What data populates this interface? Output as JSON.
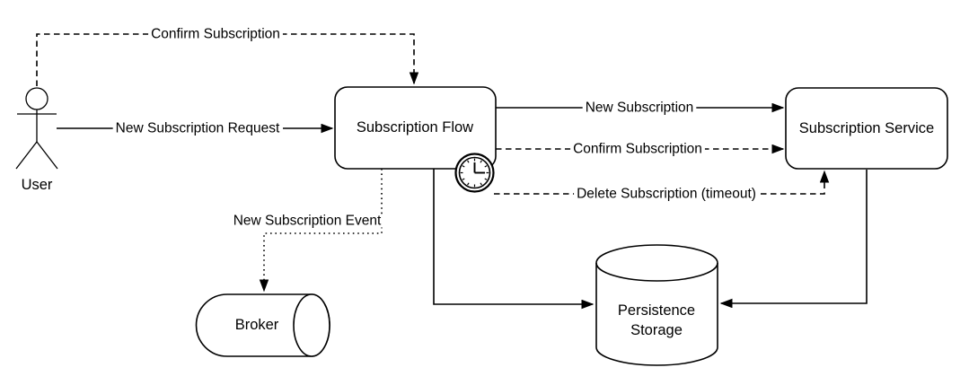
{
  "diagram": {
    "background_color": "#ffffff",
    "stroke_color": "#000000",
    "text_color": "#000000",
    "nodes": {
      "user": {
        "label": "User",
        "type": "actor"
      },
      "subscription_flow": {
        "label": "Subscription Flow",
        "type": "rounded-rectangle"
      },
      "subscription_service": {
        "label": "Subscription Service",
        "type": "rounded-rectangle"
      },
      "broker": {
        "label": "Broker",
        "type": "horizontal-cylinder"
      },
      "persistence_storage": {
        "label": "Persistence Storage",
        "lines": [
          "Persistence",
          "Storage"
        ],
        "type": "cylinder"
      }
    },
    "icons": {
      "timer": {
        "name": "clock-icon",
        "attached_to": "Subscription Flow"
      }
    },
    "edges": {
      "confirm_subscription_top": {
        "label": "Confirm Subscription",
        "from": "User",
        "to": "Subscription Flow",
        "style": "dashed"
      },
      "new_subscription_request": {
        "label": "New Subscription Request",
        "from": "User",
        "to": "Subscription Flow",
        "style": "solid"
      },
      "new_subscription": {
        "label": "New Subscription",
        "from": "Subscription Flow",
        "to": "Subscription Service",
        "style": "solid"
      },
      "confirm_subscription": {
        "label": "Confirm Subscription",
        "from": "Subscription Flow",
        "to": "Subscription Service",
        "style": "dashed"
      },
      "delete_subscription_timeout": {
        "label": "Delete Subscription (timeout)",
        "from": "clock-icon",
        "to": "Subscription Service",
        "style": "dashed"
      },
      "new_subscription_event": {
        "label": "New Subscription Event",
        "from": "Subscription Flow",
        "to": "Broker",
        "style": "dotted"
      },
      "flow_to_storage": {
        "label": "",
        "from": "Subscription Flow",
        "to": "Persistence Storage",
        "style": "solid"
      },
      "service_to_storage": {
        "label": "",
        "from": "Subscription Service",
        "to": "Persistence Storage",
        "style": "solid"
      }
    }
  }
}
